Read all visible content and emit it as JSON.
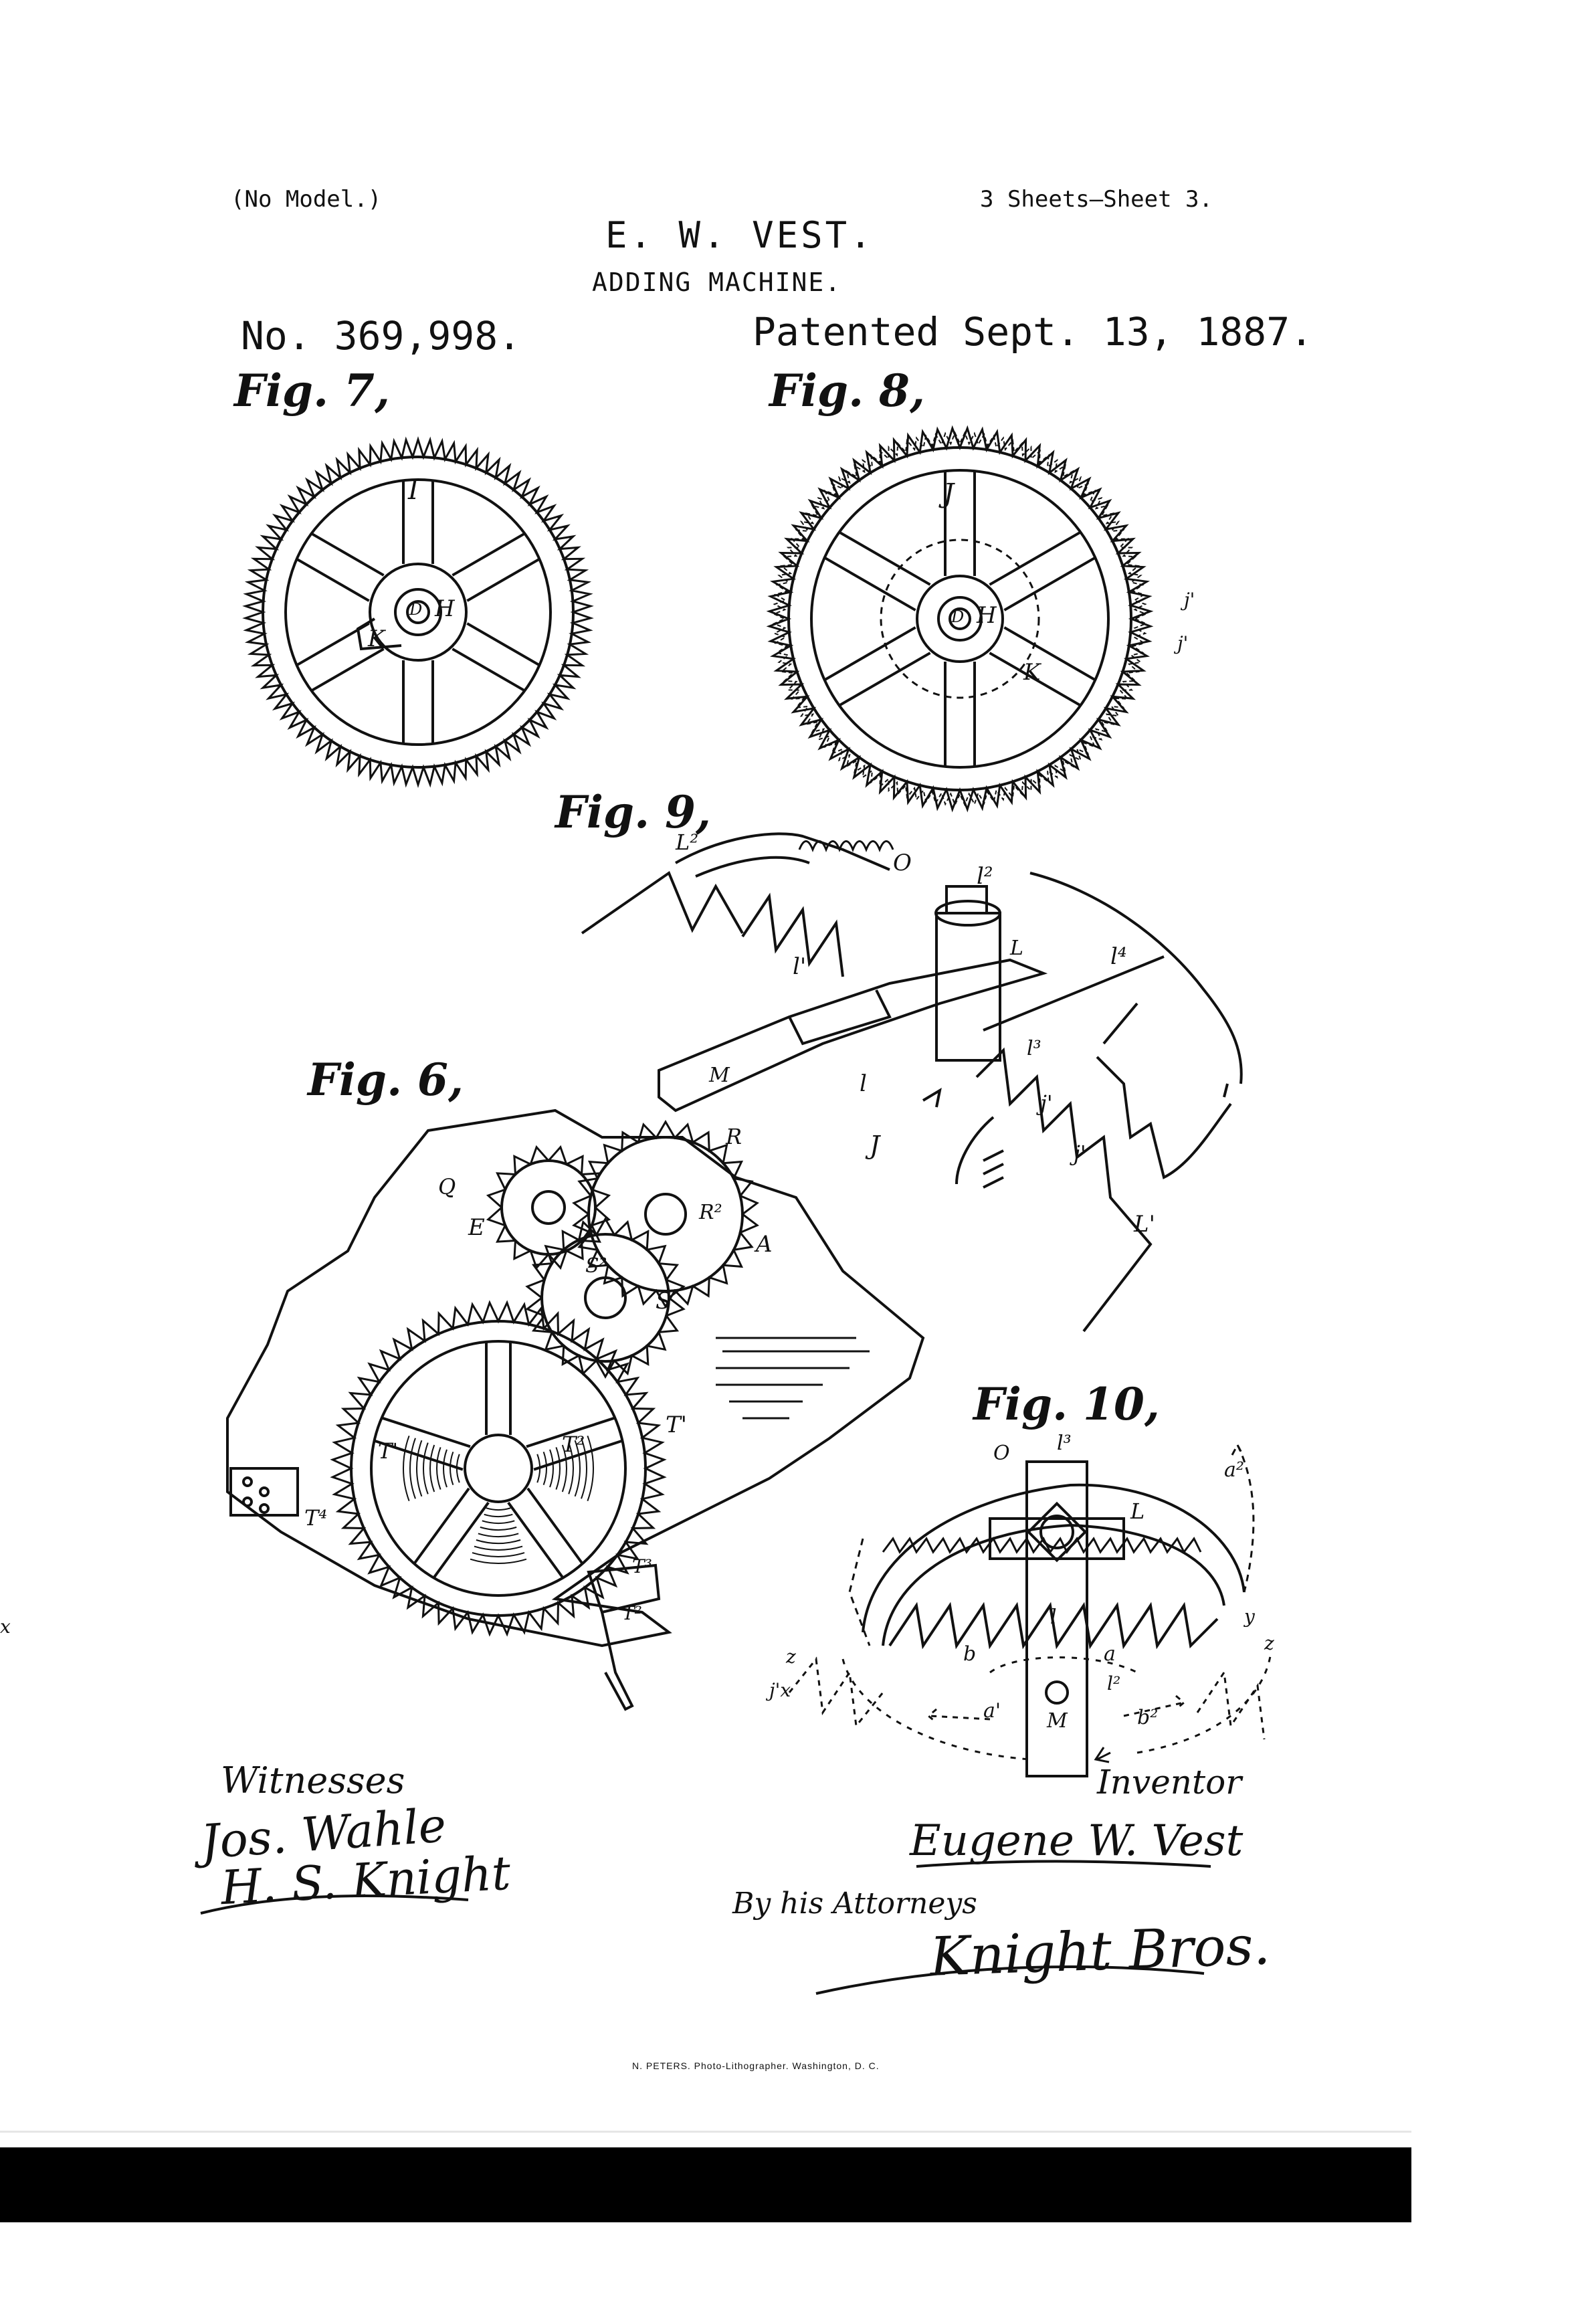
{
  "header": {
    "no_model": "(No Model.)",
    "sheets": "3 Sheets—Sheet 3.",
    "inventor_name": "E. W. VEST.",
    "title": "ADDING MACHINE.",
    "patent_number": "No. 369,998.",
    "patent_date": "Patented Sept. 13, 1887."
  },
  "figures": {
    "fig7": "Fig. 7,",
    "fig8": "Fig. 8,",
    "fig9": "Fig. 9,",
    "fig6": "Fig. 6,",
    "fig10": "Fig. 10,"
  },
  "labels": {
    "fig7": [
      "I",
      "H",
      "K",
      "D"
    ],
    "fig8": [
      "J",
      "H",
      "K",
      "D",
      "j'",
      "j'"
    ],
    "fig9": [
      "L²",
      "O",
      "l²",
      "L",
      "l⁴",
      "l'",
      "l",
      "M",
      "l³",
      "J",
      "j'",
      "j'",
      "L'"
    ],
    "fig6": [
      "Q",
      "E",
      "R",
      "R²",
      "A",
      "S²",
      "S",
      "T'",
      "T²",
      "T'",
      "T⁴",
      "T³",
      "T²"
    ],
    "fig10": [
      "O",
      "l³",
      "a²",
      "L",
      "l",
      "b",
      "a",
      "l²",
      "a'",
      "M",
      "b²",
      "z",
      "y",
      "x",
      "j'x",
      "z"
    ]
  },
  "signatures": {
    "witnesses_label": "Witnesses",
    "witness_1": "Jos. Wahle",
    "witness_2": "H. S. Knight",
    "inventor_label": "Inventor",
    "inventor_signature": "Eugene W. Vest",
    "by_line": "By his Attorneys",
    "attorney_signature": "Knight Bros."
  },
  "footer": {
    "lithographer": "N. PETERS. Photo-Lithographer. Washington, D. C."
  },
  "colors": {
    "ink": "#111111",
    "paper": "#ffffff",
    "bar": "#000000"
  }
}
